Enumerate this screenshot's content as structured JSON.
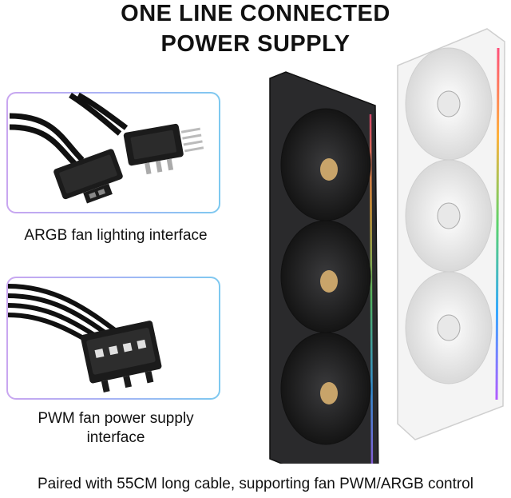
{
  "header": {
    "line1": "ONE LINE CONNECTED",
    "line2": "POWER SUPPLY"
  },
  "left_panels": [
    {
      "caption": "ARGB fan lighting interface",
      "icon": "argb-connector-icon"
    },
    {
      "caption_line1": "PWM fan power supply",
      "caption_line2": "interface",
      "icon": "pwm-connector-icon"
    }
  ],
  "footer": {
    "text": "Paired with 55CM long cable, supporting fan PWM/ARGB control"
  },
  "colors": {
    "frame_gradient_start": "#c9a6f0",
    "frame_gradient_end": "#7ec9f0",
    "black_fan_body": "#2a2a2c",
    "white_fan_body": "#f4f4f4"
  }
}
